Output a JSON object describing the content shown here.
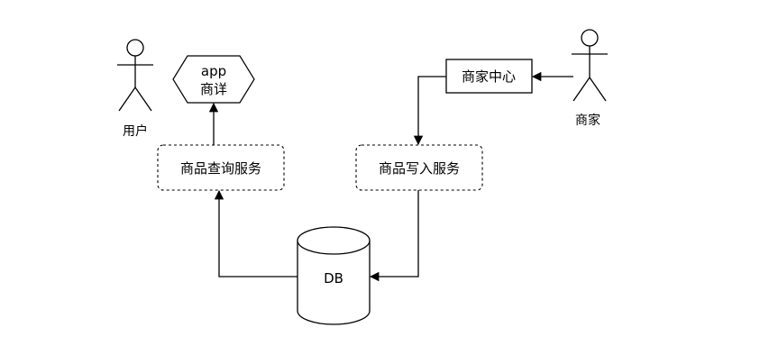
{
  "actors": {
    "user": {
      "label": "用户"
    },
    "merchant": {
      "label": "商家"
    }
  },
  "nodes": {
    "app_detail": {
      "line1": "app",
      "line2": "商详"
    },
    "query_service": {
      "label": "商品查询服务"
    },
    "write_service": {
      "label": "商品写入服务"
    },
    "merchant_center": {
      "label": "商家中心"
    },
    "db": {
      "label": "DB"
    }
  },
  "colors": {
    "stroke": "#000000",
    "fill": "#ffffff"
  }
}
